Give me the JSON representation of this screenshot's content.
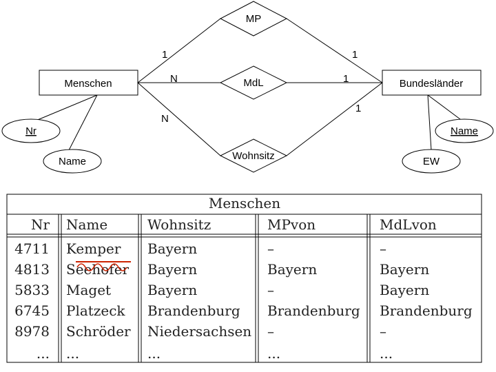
{
  "er_diagram": {
    "entities": {
      "menschen": "Menschen",
      "bundeslaender": "Bundesländer"
    },
    "relationships": {
      "mp": "MP",
      "mdl": "MdL",
      "wohnsitz": "Wohnsitz"
    },
    "attributes": {
      "menschen_nr": "Nr",
      "menschen_name": "Name",
      "bundeslaender_name": "Name",
      "bundeslaender_ew": "EW"
    },
    "cardinalities": {
      "mp_menschen": "1",
      "mp_bundeslaender": "1",
      "mdl_menschen": "N",
      "mdl_bundeslaender": "1",
      "wohnsitz_menschen": "N",
      "wohnsitz_bundeslaender": "1"
    }
  },
  "table": {
    "title": "Menschen",
    "columns": [
      "Nr",
      "Name",
      "Wohnsitz",
      "MPvon",
      "MdLvon"
    ],
    "rows": [
      [
        "4711",
        "Kemper",
        "Bayern",
        "–",
        "–"
      ],
      [
        "4813",
        "Seehofer",
        "Bayern",
        "Bayern",
        "Bayern"
      ],
      [
        "5833",
        "Maget",
        "Bayern",
        "–",
        "Bayern"
      ],
      [
        "6745",
        "Platzeck",
        "Brandenburg",
        "Brandenburg",
        "Brandenburg"
      ],
      [
        "8978",
        "Schröder",
        "Niedersachsen",
        "–",
        "–"
      ],
      [
        "...",
        "...",
        "...",
        "...",
        "..."
      ]
    ]
  }
}
